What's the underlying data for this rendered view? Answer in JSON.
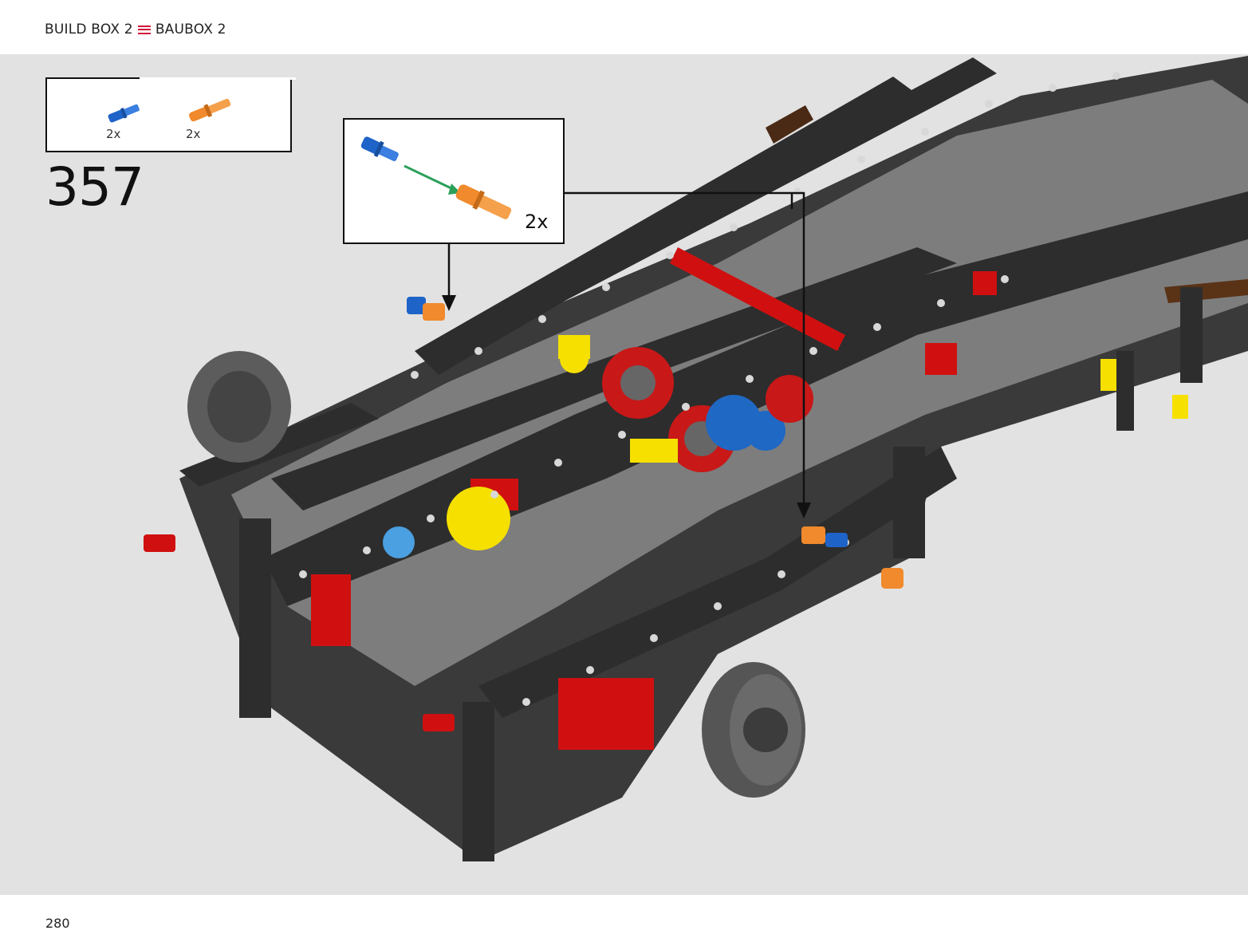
{
  "header": {
    "title_left": "BUILD BOX 2",
    "title_right": "BAUBOX 2",
    "accent_color": "#d2143a"
  },
  "parts_list": {
    "items": [
      {
        "icon": "blue-axle-pin-icon",
        "color": "#1e63c8",
        "qty": "2x"
      },
      {
        "icon": "orange-pin-icon",
        "color": "#f08a2c",
        "qty": "2x"
      }
    ]
  },
  "step": {
    "number": "357"
  },
  "callout": {
    "qty": "2x"
  },
  "footer": {
    "page_number": "280"
  }
}
